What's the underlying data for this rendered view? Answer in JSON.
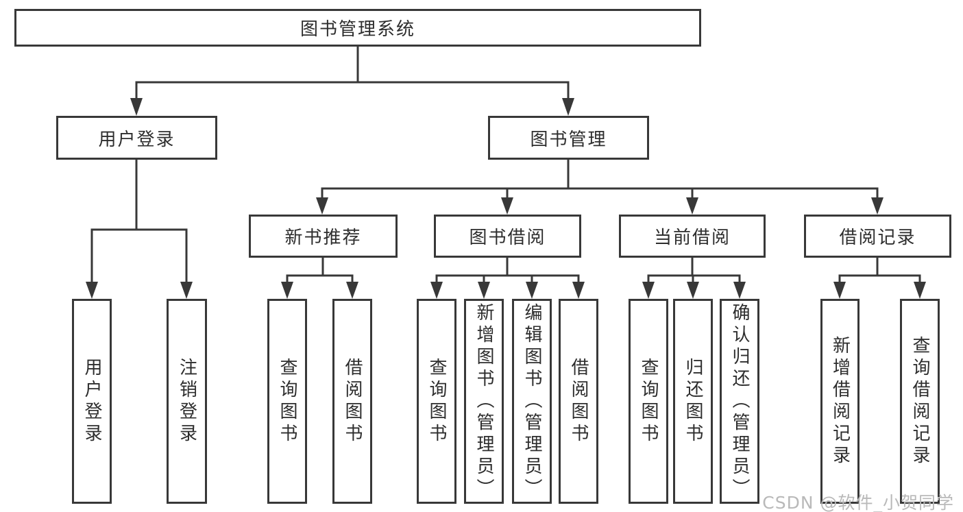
{
  "tree": {
    "root": {
      "label": "图书管理系统",
      "children": [
        {
          "label": "用户登录",
          "children": [
            {
              "label": "用户登录"
            },
            {
              "label": "注销登录"
            }
          ]
        },
        {
          "label": "图书管理",
          "children": [
            {
              "label": "新书推荐",
              "children": [
                {
                  "label": "查询图书"
                },
                {
                  "label": "借阅图书"
                }
              ]
            },
            {
              "label": "图书借阅",
              "children": [
                {
                  "label": "查询图书"
                },
                {
                  "label": "新增图书（管理员）"
                },
                {
                  "label": "编辑图书（管理员）"
                },
                {
                  "label": "借阅图书"
                }
              ]
            },
            {
              "label": "当前借阅",
              "children": [
                {
                  "label": "查询图书"
                },
                {
                  "label": "归还图书"
                },
                {
                  "label": "确认归还（管理员）"
                }
              ]
            },
            {
              "label": "借阅记录",
              "children": [
                {
                  "label": "新增借阅记录"
                },
                {
                  "label": "查询借阅记录"
                }
              ]
            }
          ]
        }
      ]
    }
  },
  "watermark": {
    "text": "CSDN @软件_小贺同学"
  },
  "colors": {
    "line": "#383838",
    "text": "#2d2d2d",
    "box_background": "#ffffff",
    "watermark": "#b9b9b9",
    "background": "#ffffff"
  }
}
